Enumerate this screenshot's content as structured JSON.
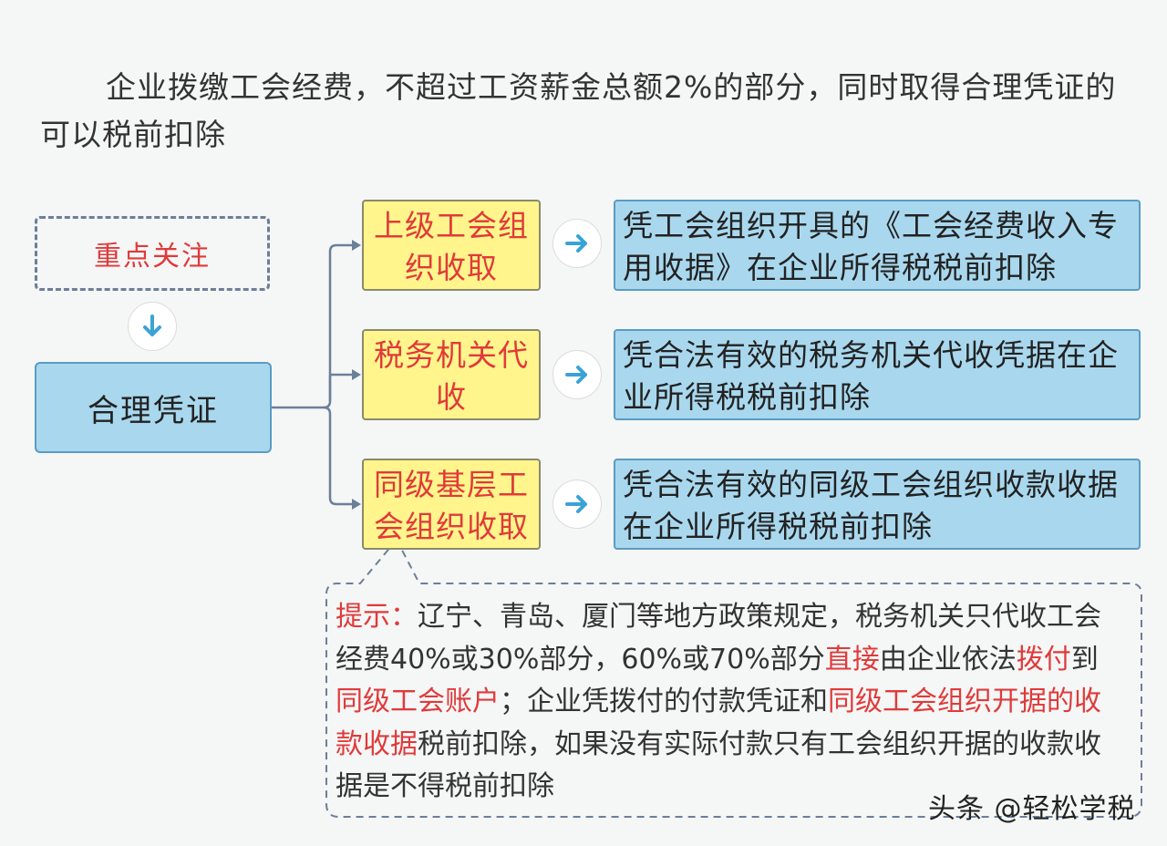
{
  "intro": "企业拨缴工会经费，不超过工资薪金总额2%的部分，同时取得合理凭证的可以税前扣除",
  "focus_label": "重点关注",
  "root_label": "合理凭证",
  "branches": [
    {
      "source": "上级工会组织收取",
      "detail": "凭工会组织开具的《工会经费收入专用收据》在企业所得税税前扣除"
    },
    {
      "source": "税务机关代收",
      "detail": "凭合法有效的税务机关代收凭据在企业所得税税前扣除"
    },
    {
      "source": "同级基层工会组织收取",
      "detail": "凭合法有效的同级工会组织收款收据在企业所得税税前扣除"
    }
  ],
  "tip": {
    "label": "提示：",
    "t1": "辽宁、青岛、厦门等地方政策规定，税务机关只代收工会经费40%或30%部分，60%或70%部分",
    "r1": "直接",
    "t2": "由企业依法",
    "r2": "拨付",
    "t3": "到",
    "r3": "同级工会账户",
    "t4": "；企业凭拨付的付款凭证和",
    "r4": "同级工会组织开据的收款收据",
    "t5": "税前扣除，如果没有实际付款只有工会组织开据的收款收据是不得税前扣除"
  },
  "watermark": "头条 @轻松学税",
  "colors": {
    "accent_red": "#e03a3a",
    "box_blue": "#a9d8ee",
    "box_yellow": "#fff58c",
    "arrow": "#3aa3d6"
  }
}
